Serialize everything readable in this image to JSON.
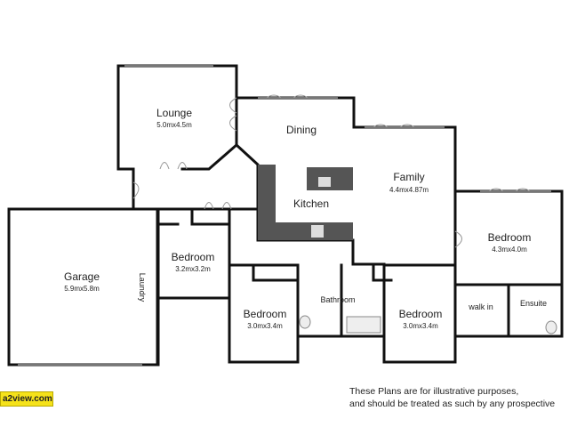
{
  "rooms": {
    "lounge": {
      "name": "Lounge",
      "dims": "5.0mx4.5m"
    },
    "dining": {
      "name": "Dining"
    },
    "kitchen": {
      "name": "Kitchen"
    },
    "family": {
      "name": "Family",
      "dims": "4.4mx4.87m"
    },
    "garage": {
      "name": "Garage",
      "dims": "5.9mx5.8m"
    },
    "laundry": {
      "name": "Laundry"
    },
    "bedroom1": {
      "name": "Bedroom",
      "dims": "3.2mx3.2m"
    },
    "bedroom2": {
      "name": "Bedroom",
      "dims": "3.0mx3.4m"
    },
    "bathroom": {
      "name": "Bathroom"
    },
    "bedroom3": {
      "name": "Bedroom",
      "dims": "3.0mx3.4m"
    },
    "bedroom4": {
      "name": "Bedroom",
      "dims": "4.3mx4.0m"
    },
    "walkin": {
      "name": "walk in"
    },
    "ensuite": {
      "name": "Ensuite"
    }
  },
  "logo": "a2view.com",
  "disclaimer": {
    "line1": "These Plans are for illustrative purposes,",
    "line2": "and should be treated as such by any prospective"
  },
  "colors": {
    "walls": "#111111",
    "counter": "#555555",
    "logo_bg": "#f5e21a"
  }
}
